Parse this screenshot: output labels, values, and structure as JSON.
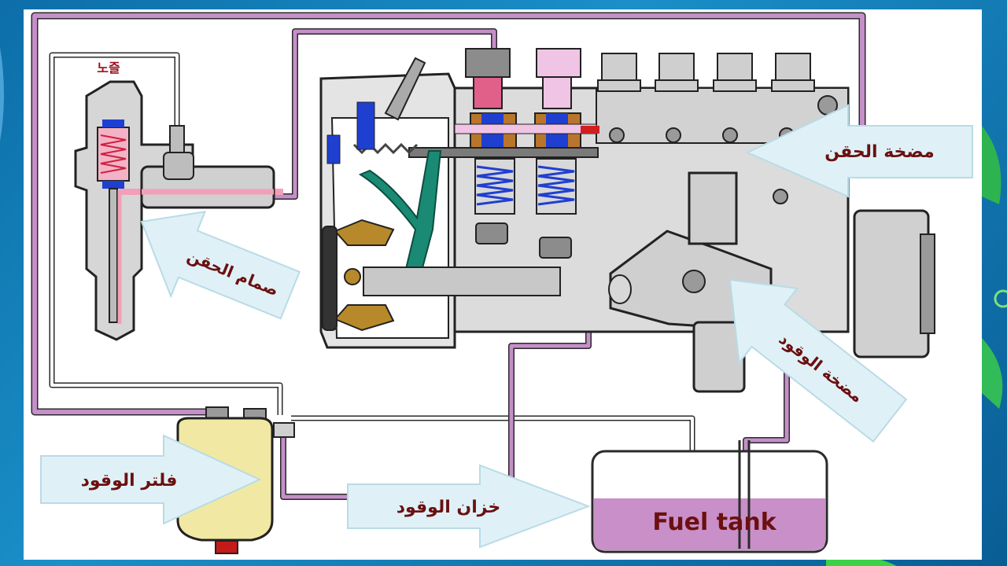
{
  "labels": {
    "nozzle_korean": "노즐",
    "injection_valve": "صمام الحقن",
    "injection_pump": "مضخة الحقن",
    "fuel_pump": "مضخة الوقود",
    "fuel_filter": "فلتر الوقود",
    "fuel_reservoir": "خزان الوقود",
    "fuel_tank": "Fuel tank"
  },
  "colors": {
    "fuel_line": "#c58fc9",
    "return_line": "#ffffff",
    "pump_body": "#d9d9d9",
    "pump_outline": "#222222",
    "label_text": "#6b1010",
    "arrow_fill": "#dff1f7",
    "tank_fuel": "#c98fc8",
    "filter_body": "#f1e9a3",
    "spring_blue": "#1f3fd1",
    "spring_red": "#d11f3f",
    "governor_green": "#1a8a74",
    "flyweight": "#b8892a"
  }
}
